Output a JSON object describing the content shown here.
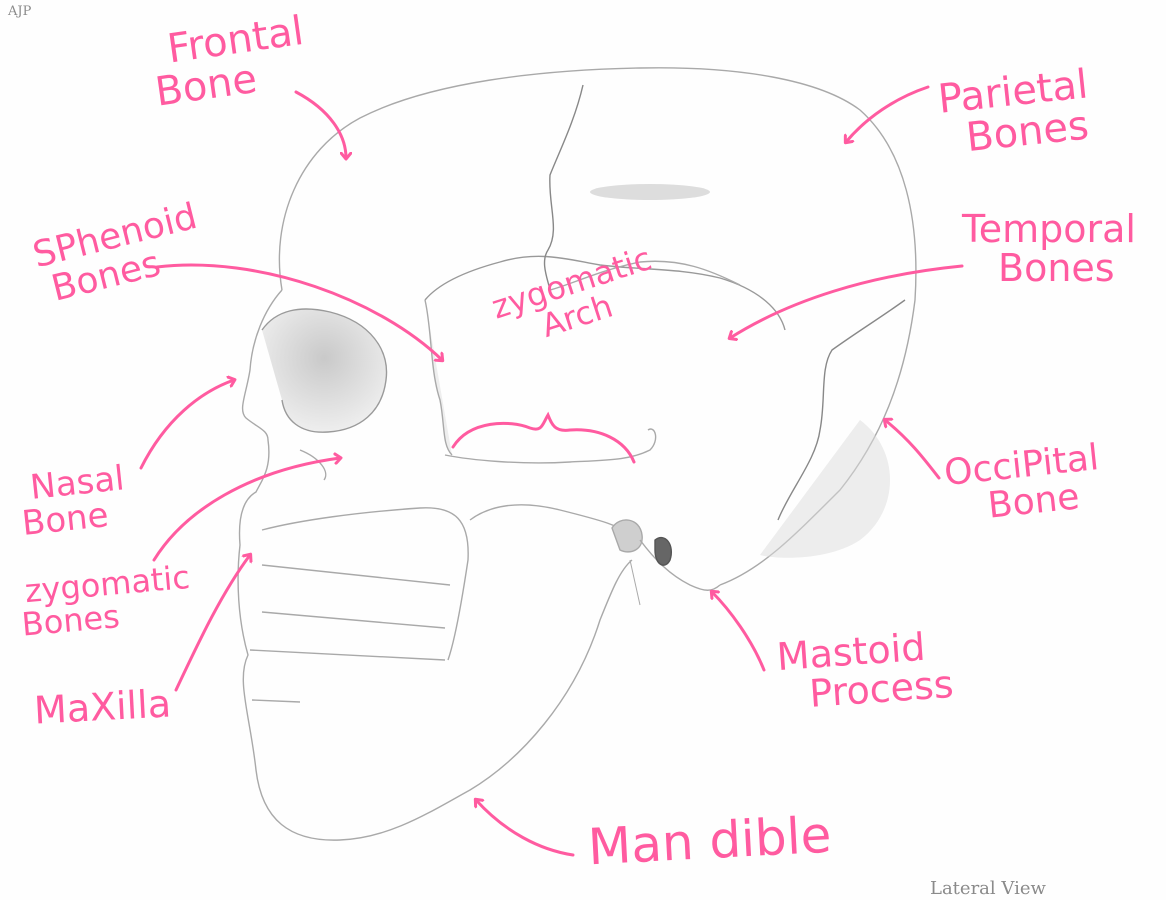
{
  "signature": "AJP",
  "labels": {
    "frontal": [
      "Frontal",
      "Bone"
    ],
    "parietal": [
      "Parietal",
      "Bones"
    ],
    "sphenoid": [
      "SPhenoid",
      "Bones"
    ],
    "temporal": [
      "Temporal",
      "Bones"
    ],
    "zygomatic_arch": [
      "zygomatic",
      "Arch"
    ],
    "nasal": [
      "Nasal",
      "Bone"
    ],
    "zygomatic_bones": [
      "zygomatic",
      "Bones"
    ],
    "occipital": [
      "OcciPital",
      "Bone"
    ],
    "maxilla": "MaXilla",
    "mastoid": [
      "Mastoid",
      "Process"
    ],
    "mandible": "Man dible"
  },
  "caption": "Lateral View",
  "colors": {
    "ink": "#ff5ba0",
    "pencil": "#8a8a8a"
  }
}
